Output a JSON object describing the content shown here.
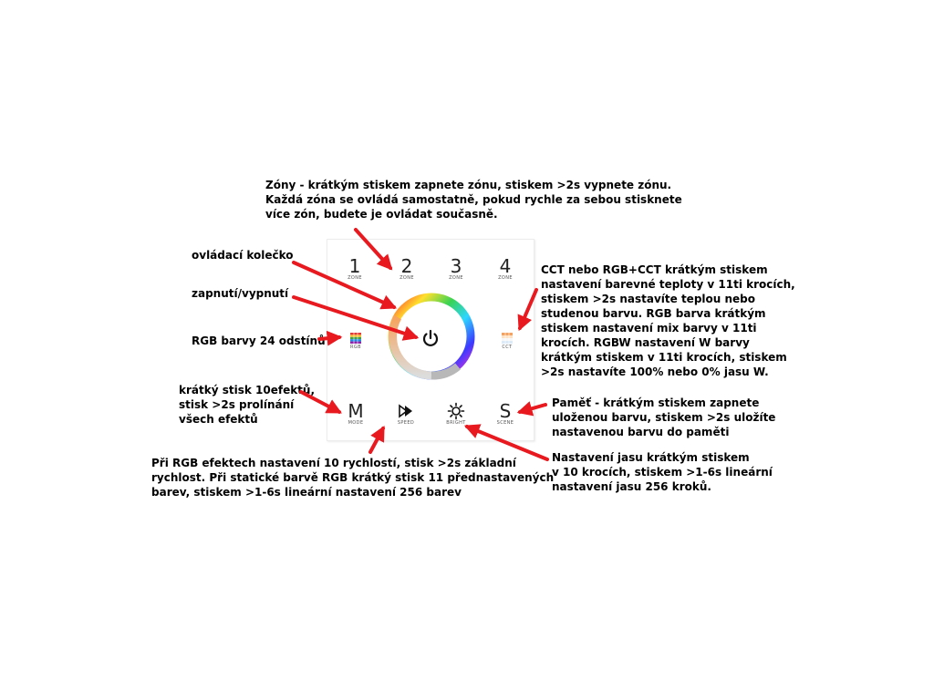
{
  "panel": {
    "zones": [
      {
        "num": "1",
        "label": "ZONE"
      },
      {
        "num": "2",
        "label": "ZONE"
      },
      {
        "num": "3",
        "label": "ZONE"
      },
      {
        "num": "4",
        "label": "ZONE"
      }
    ],
    "bottom": [
      {
        "symbol": "M",
        "label": "MODE",
        "icon": "mode-icon"
      },
      {
        "symbol": "▷▶",
        "label": "SPEED",
        "icon": "speed-icon"
      },
      {
        "symbol": "☼",
        "label": "BRIGHT",
        "icon": "brightness-icon"
      },
      {
        "symbol": "S",
        "label": "SCENE",
        "icon": "scene-icon"
      }
    ],
    "rgb_label": "RGB",
    "cct_label": "CCT",
    "power_icon": "power-icon",
    "colors": {
      "arrow": "#e8191f",
      "rgb_swatch": [
        "#e53935",
        "#fbc02d",
        "#43a047",
        "#1e88e5",
        "#8e24aa"
      ],
      "cct_swatch": [
        "#f4a261",
        "#fde2c4",
        "#ffffff",
        "#dce9f7"
      ]
    }
  },
  "annotations": {
    "zones": [
      "Zóny - krátkým stiskem zapnete zónu, stiskem >2s vypnete zónu.",
      "Každá zóna se ovládá samostatně, pokud rychle za sebou stisknete",
      "více zón, budete je ovládat současně."
    ],
    "wheel": [
      "ovládací kolečko"
    ],
    "power": [
      "zapnutí/vypnutí"
    ],
    "rgb": [
      "RGB barvy 24 odstínů"
    ],
    "mode": [
      "krátký stisk 10efektů,",
      "stisk >2s prolínání",
      "všech efektů"
    ],
    "speed": [
      "Při RGB efektech nastavení 10 rychlostí, stisk >2s základní",
      "rychlost. Při statické barvě RGB krátký stisk 11 přednastavených",
      "barev, stiskem >1-6s lineární nastavení 256 barev"
    ],
    "cct": [
      "CCT nebo RGB+CCT krátkým stiskem",
      "nastavení barevné teploty v 11ti krocích,",
      "stiskem >2s nastavíte teplou nebo",
      "studenou barvu. RGB barva krátkým",
      "stiskem nastavení mix barvy v 11ti",
      "krocích. RGBW nastavení W barvy",
      "krátkým stiskem v 11ti krocích, stiskem",
      ">2s nastavíte 100% nebo 0% jasu W."
    ],
    "scene": [
      "Paměť - krátkým stiskem zapnete",
      "uloženou barvu, stiskem >2s uložíte",
      "nastavenou barvu do paměti"
    ],
    "bright": [
      "Nastavení jasu krátkým stiskem",
      "v 10 krocích, stiskem >1-6s lineární",
      "nastavení jasu 256 kroků."
    ]
  }
}
